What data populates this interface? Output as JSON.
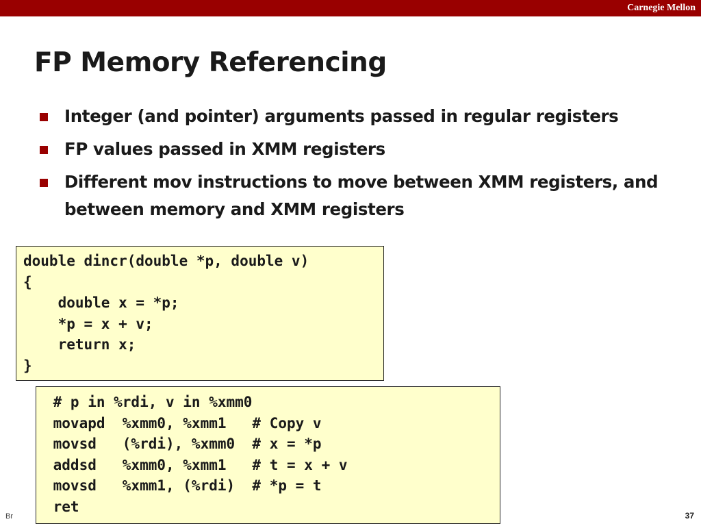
{
  "header": {
    "brand": "Carnegie Mellon"
  },
  "slide": {
    "title": "FP Memory Referencing",
    "bullets": [
      "Integer (and pointer) arguments passed in regular registers",
      "FP values passed in XMM registers",
      "Different mov instructions to move between XMM registers, and between memory and XMM registers"
    ]
  },
  "code_c": {
    "lines": [
      "double dincr(double *p, double v)",
      "{",
      "    double x = *p;",
      "    *p = x + v;",
      "    return x;",
      "}"
    ]
  },
  "code_asm": {
    "lines": [
      " # p in %rdi, v in %xmm0",
      " movapd  %xmm0, %xmm1   # Copy v",
      " movsd   (%rdi), %xmm0  # x = *p",
      " addsd   %xmm0, %xmm1   # t = x + v",
      " movsd   %xmm1, (%rdi)  # *p = t",
      " ret"
    ]
  },
  "footer": {
    "left_fragment": "Br",
    "page_number": "37"
  },
  "colors": {
    "accent": "#990000",
    "code_background": "#ffffcc"
  }
}
